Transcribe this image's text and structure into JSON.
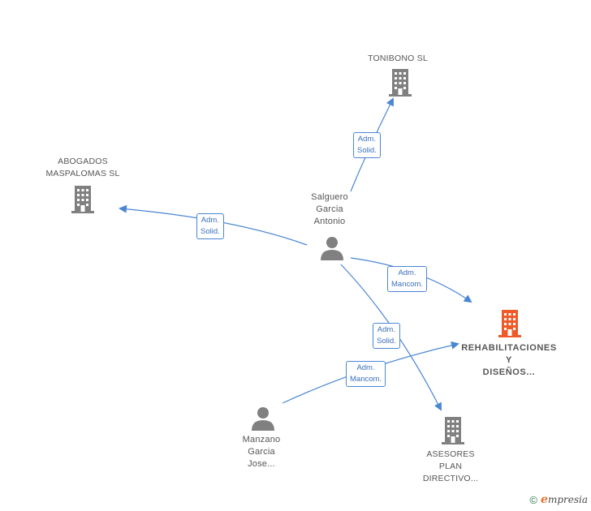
{
  "nodes": {
    "tonibono": {
      "label": "TONIBONO SL",
      "type": "company",
      "color": "#808080"
    },
    "abogados": {
      "label": "ABOGADOS\nMASPALOMAS SL",
      "type": "company",
      "color": "#808080"
    },
    "salguero": {
      "label": "Salguero\nGarcia\nAntonio",
      "type": "person",
      "color": "#808080"
    },
    "rehabilitaciones": {
      "label": "REHABILITACIONES\nY\nDISEÑOS...",
      "type": "company",
      "color": "#f05a28"
    },
    "manzano": {
      "label": "Manzano\nGarcia\nJose...",
      "type": "person",
      "color": "#808080"
    },
    "asesores": {
      "label": "ASESORES\nPLAN\nDIRECTIVO...",
      "type": "company",
      "color": "#808080"
    }
  },
  "edges": {
    "salguero_tonibono": "Adm.\nSolid.",
    "salguero_abogados": "Adm.\nSolid.",
    "salguero_rehabilitaciones": "Adm.\nMancom.",
    "salguero_asesores": "Adm.\nSolid.",
    "manzano_rehabilitaciones": "Adm.\nMancom."
  },
  "colors": {
    "edge": "#4a86d4"
  },
  "footer": {
    "copyright": "©",
    "brand_e": "e",
    "brand_rest": "mpresia"
  }
}
